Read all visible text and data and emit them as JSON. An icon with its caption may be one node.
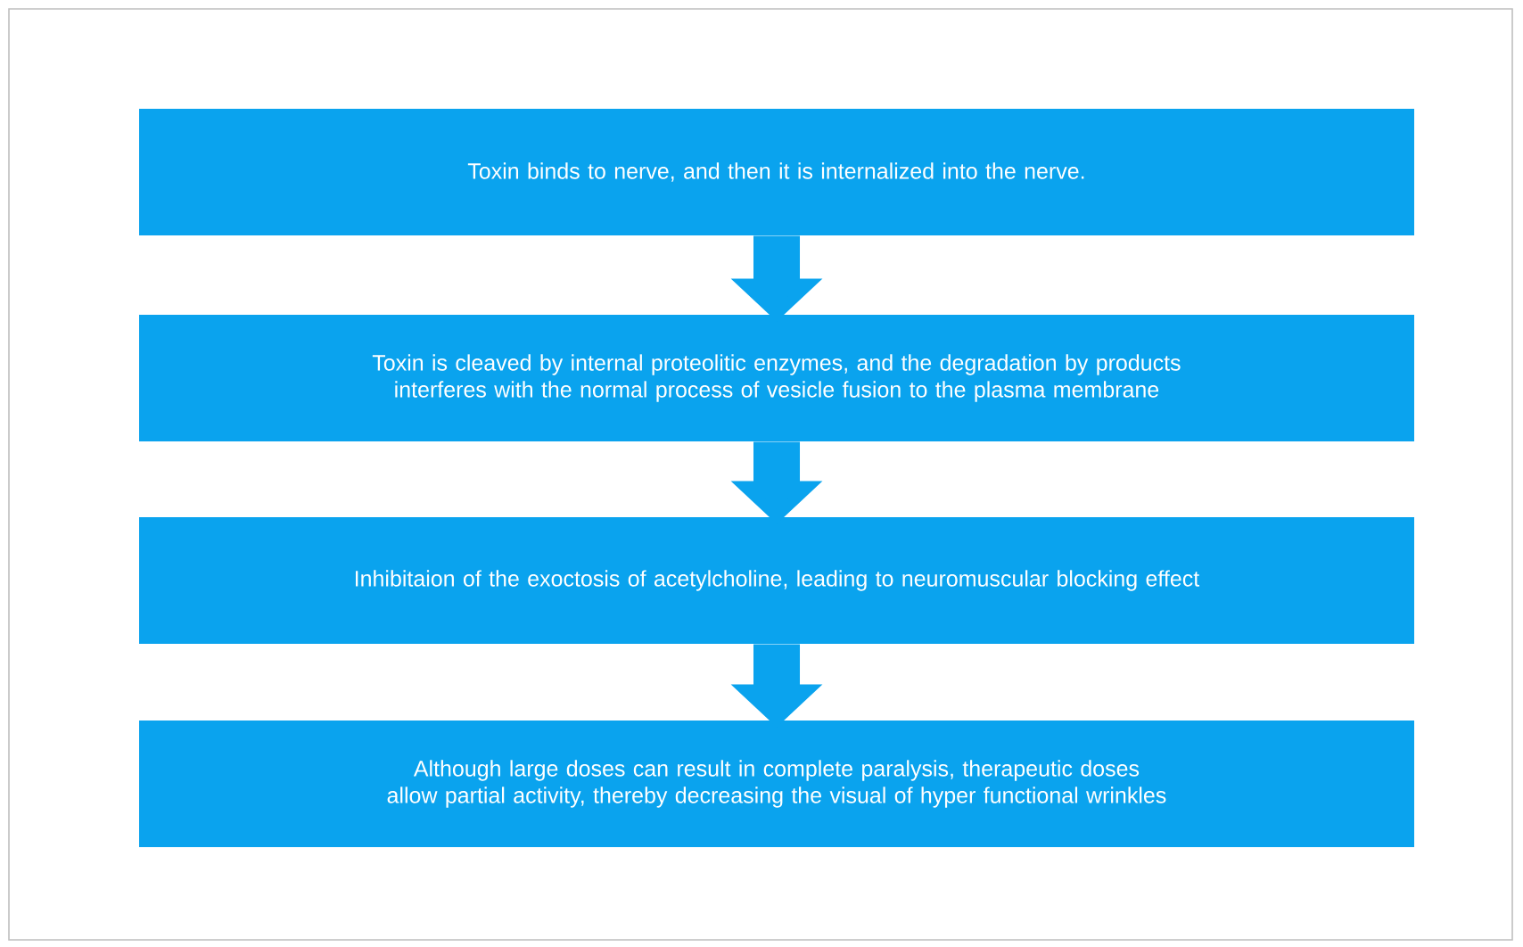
{
  "diagram": {
    "nodes": [
      {
        "text": [
          "Toxin binds to nerve, and then it is internalized into the nerve."
        ]
      },
      {
        "text": [
          "Toxin is cleaved by internal proteolitic enzymes, and the degradation by products interferes with the normal process of vesicle fusion to the plasma membrane"
        ]
      },
      {
        "text": [
          "Inhibitaion of the exoctosis of acetylcholine, leading to neuromuscular blocking effect"
        ]
      },
      {
        "text": [
          "Although large doses can result in complete paralysis, therapeutic doses allow partial activity, thereby decreasing the visual of hyper functional wrinkles"
        ]
      }
    ],
    "edges": [
      {
        "from": 0,
        "to": 1,
        "arrow": "to"
      },
      {
        "from": 1,
        "to": 2,
        "arrow": "to"
      },
      {
        "from": 2,
        "to": 3,
        "arrow": "to"
      }
    ]
  }
}
